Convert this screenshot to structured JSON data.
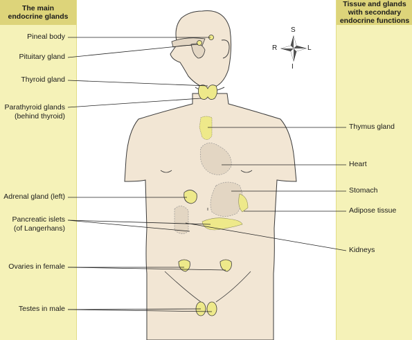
{
  "left_panel": {
    "title": "The main\nendocrine glands"
  },
  "right_panel": {
    "title": "Tissue and glands\nwith secondary\nendocrine functions"
  },
  "compass": {
    "north": "S",
    "south": "I",
    "west": "R",
    "east": "L"
  },
  "left_labels": {
    "pineal": "Pineal body",
    "pituitary": "Pituitary gland",
    "thyroid": "Thyroid gland",
    "parathyroid": "Parathyroid glands\n(behind thyroid)",
    "adrenal": "Adrenal gland (left)",
    "pancreatic": "Pancreatic islets\n(of Langerhans)",
    "ovaries": "Ovaries in female",
    "testes": "Testes in male"
  },
  "right_labels": {
    "thymus": "Thymus gland",
    "heart": "Heart",
    "stomach": "Stomach",
    "adipose": "Adipose tissue",
    "kidneys": "Kidneys"
  },
  "colors": {
    "panel": "#f5f2b8",
    "panel_header": "#ddd47a",
    "skin": "#f2e6d4",
    "outline": "#3a3a3a",
    "gland": "#eee98a",
    "organ": "#e3d6c3"
  }
}
